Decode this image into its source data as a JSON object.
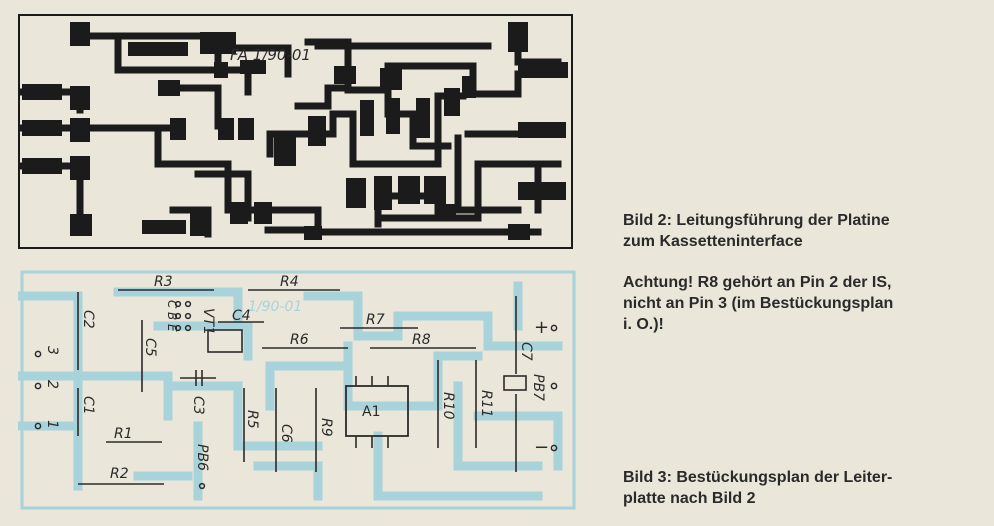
{
  "board_code": "FA 1/90-01",
  "board_code_ghost": "1/90-01",
  "captions": {
    "bild2": [
      "Bild 2: Leitungsführung der Platine",
      "zum Kassetteninterface"
    ],
    "note": [
      "Achtung! R8 gehört an Pin 2 der IS,",
      "nicht an Pin 3 (im Bestückungsplan",
      "i. O.)!"
    ],
    "bild3": [
      "Bild 3: Bestückungsplan der Leiter-",
      "platte nach Bild 2"
    ]
  },
  "components": {
    "r1": "R1",
    "r2": "R2",
    "r3": "R3",
    "r4": "R4",
    "r5": "R5",
    "r6": "R6",
    "r7": "R7",
    "r8": "R8",
    "r9": "R9",
    "r10": "R10",
    "r11": "R11",
    "c1": "C1",
    "c2": "C2",
    "c3": "C3",
    "c4": "C4",
    "c5": "C5",
    "c6": "C6",
    "c7": "C7",
    "vt1": "VT1",
    "a1": "A1",
    "pb6": "PB6",
    "pb7": "PB7"
  },
  "transistor_pins": [
    "C",
    "B",
    "E"
  ],
  "pins": {
    "p1": "1",
    "p2": "2",
    "p3": "3",
    "plus": "+",
    "minus": "−"
  },
  "colors": {
    "traces": "#1b1b1b",
    "assembly_pads": "#a9d3db",
    "paper": "#eae6da",
    "text": "#2a2a2a"
  }
}
